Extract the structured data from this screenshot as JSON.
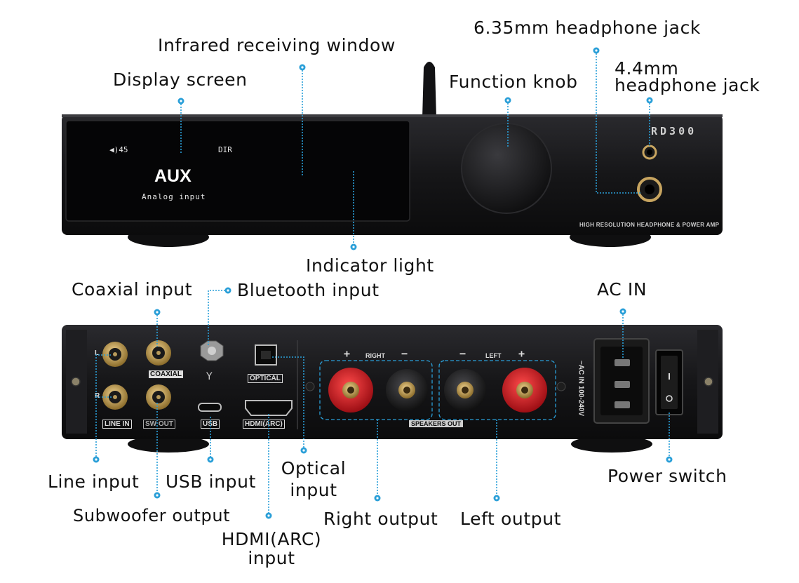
{
  "front": {
    "model_logo": "RD300",
    "tagline": "HIGH RESOLUTION HEADPHONE & POWER AMP",
    "display": {
      "volume": "◀)45",
      "dir": "DIR",
      "source": "AUX",
      "source_sub": "Analog input"
    }
  },
  "rear": {
    "jack_labels": {
      "coaxial": "COAXIAL",
      "line_in": "LINE IN",
      "sw_out": "SW OUT",
      "usb": "USB",
      "optical": "OPTICAL",
      "hdmi": "HDMI(ARC)",
      "speakers_out": "SPEAKERS OUT",
      "right": "RIGHT",
      "left": "LEFT",
      "plus": "+",
      "minus": "−",
      "ac_rating": "~AC IN 100-240V",
      "l": "L",
      "r": "R"
    }
  },
  "callouts": {
    "display_screen": "Display screen",
    "infrared": "Infrared receiving window",
    "function_knob": "Function knob",
    "jack_635_a": "6.35mm headphone jack",
    "jack_44_line1": "4.4mm",
    "jack_44_line2": "headphone jack",
    "indicator_light": "Indicator light",
    "coaxial_input": "Coaxial input",
    "bluetooth_input": "Bluetooth input",
    "ac_in": "AC IN",
    "line_input": "Line input",
    "usb_input": "USB input",
    "optical_line1": "Optical",
    "optical_line2": "input",
    "power_switch": "Power switch",
    "subwoofer_output": "Subwoofer output",
    "right_output": "Right output",
    "left_output": "Left output",
    "hdmi_line1": "HDMI(ARC)",
    "hdmi_line2": "input"
  },
  "colors": {
    "leader": "#2a9fd8",
    "chassis": "#141416",
    "terminal_red": "#d0202a",
    "gold": "#c8a560"
  }
}
